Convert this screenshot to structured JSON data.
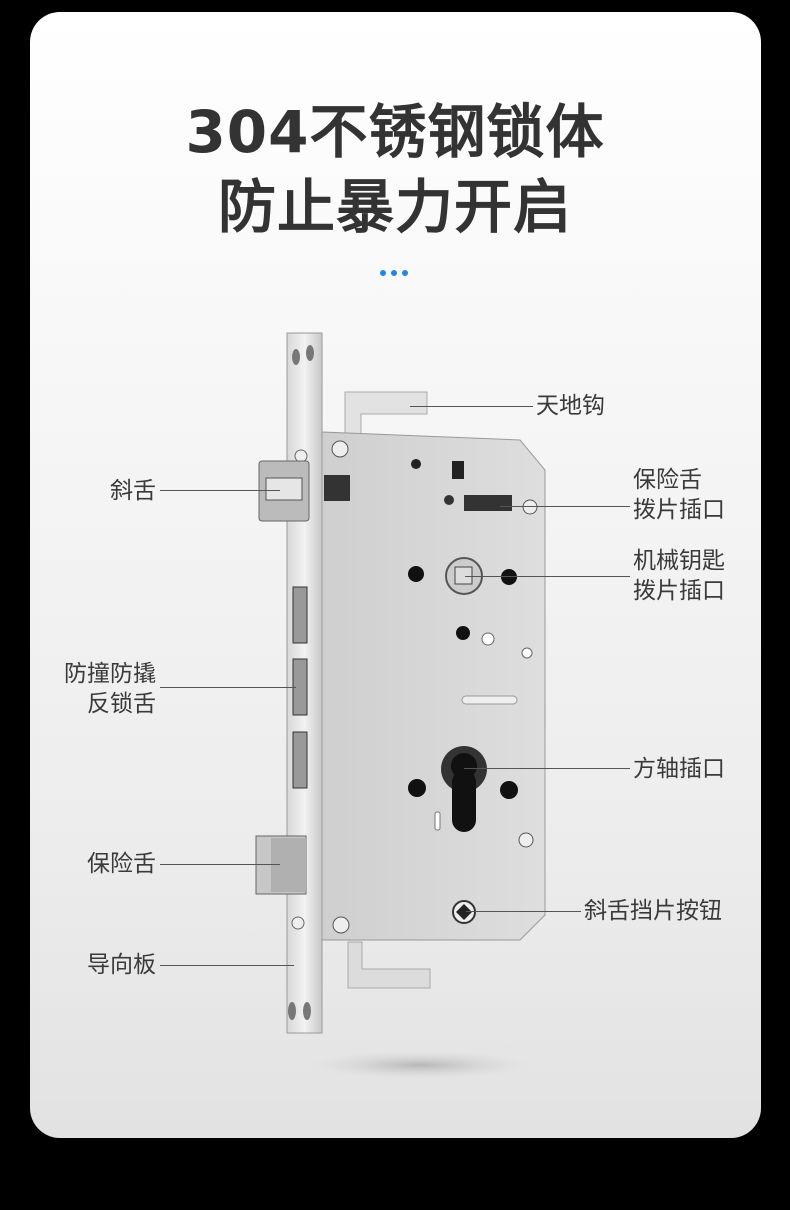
{
  "header": {
    "title_line1": "304不锈钢锁体",
    "title_line2": "防止暴力开启",
    "accent_color": "#1e88e5"
  },
  "callouts": {
    "left": [
      {
        "id": "latch",
        "lines": [
          "斜舌"
        ]
      },
      {
        "id": "anti-pry",
        "lines": [
          "防撞防撬",
          "反锁舌"
        ]
      },
      {
        "id": "safety-bolt",
        "lines": [
          "保险舌"
        ]
      },
      {
        "id": "guide-plate",
        "lines": [
          "导向板"
        ]
      }
    ],
    "right": [
      {
        "id": "sky-ground-hook",
        "lines": [
          "天地钩"
        ]
      },
      {
        "id": "safety-bolt-slot",
        "lines": [
          "保险舌",
          "拨片插口"
        ]
      },
      {
        "id": "key-slot",
        "lines": [
          "机械钥匙",
          "拨片插口"
        ]
      },
      {
        "id": "square-shaft",
        "lines": [
          "方轴插口"
        ]
      },
      {
        "id": "latch-button",
        "lines": [
          "斜舌挡片按钮"
        ]
      }
    ]
  }
}
